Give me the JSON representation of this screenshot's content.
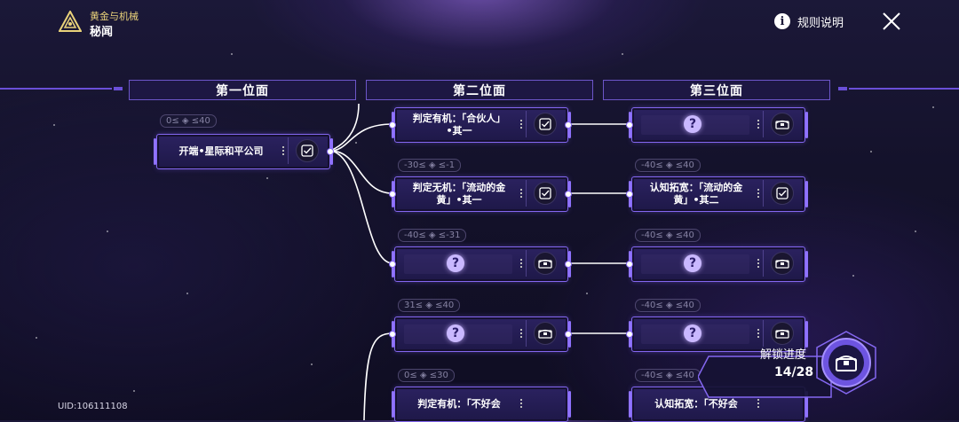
{
  "header": {
    "brand_subtitle": "黄金与机械",
    "brand_title": "秘闻",
    "help_label": "规则说明",
    "help_icon": "info-icon",
    "close_icon": "close-icon"
  },
  "columns": [
    "第一位面",
    "第二位面",
    "第三位面"
  ],
  "plane1": {
    "range": "0≤ ◈ ≤40",
    "node_text": "开端•星际和平公司"
  },
  "plane2": [
    {
      "range": "",
      "text_line1": "判定有机：「合伙人」",
      "text_line2": "•其一"
    },
    {
      "range": "-30≤ ◈ ≤-1",
      "text_line1": "判定无机：「流动的金",
      "text_line2": "黄」•其一"
    },
    {
      "range": "-40≤ ◈ ≤-31",
      "locked": true
    },
    {
      "range": "31≤ ◈ ≤40",
      "locked": true
    },
    {
      "range": "0≤ ◈ ≤30",
      "text_line1": "判定有机：「不好会",
      "text_line2": ""
    }
  ],
  "plane3": [
    {
      "range": "",
      "locked": true
    },
    {
      "range": "-40≤ ◈ ≤40",
      "text_line1": "认知拓宽：「流动的金",
      "text_line2": "黄」•其二"
    },
    {
      "range": "-40≤ ◈ ≤40",
      "locked": true
    },
    {
      "range": "-40≤ ◈ ≤40",
      "locked": true
    },
    {
      "range": "-40≤ ◈ ≤40",
      "text_line1": "认知拓宽：「不好会",
      "text_line2": ""
    }
  ],
  "qmark": "?",
  "uid": "UID:106111108",
  "progress": {
    "label": "解锁进度",
    "value": "14/28"
  },
  "colors": {
    "accent": "#8467f0",
    "gold": "#e9d27a",
    "background": "#14122b"
  }
}
